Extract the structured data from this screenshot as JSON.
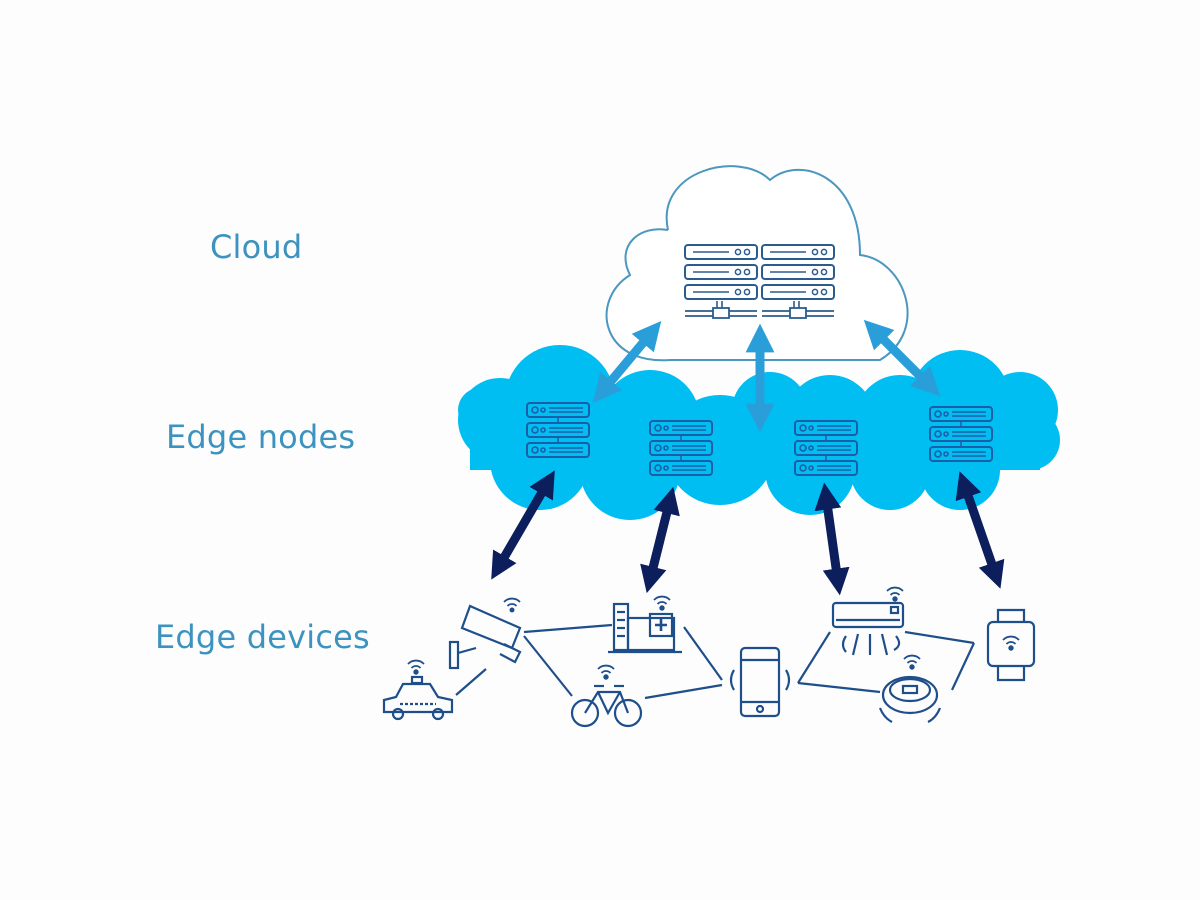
{
  "labels": {
    "cloud": "Cloud",
    "edge_nodes": "Edge nodes",
    "edge_devices": "Edge devices"
  },
  "colors": {
    "label_text": "#3d93bf",
    "cloud_outline": "#4a97bf",
    "edge_cloud_fill": "#00bdf2",
    "cloud_arrow": "#2a9ed8",
    "device_arrow": "#0d1e5c",
    "icon_stroke": "#1f4f8a",
    "server_icon_stroke_edge": "#1b5fa8"
  },
  "tiers": [
    {
      "name": "cloud",
      "components": [
        "server-rack-left",
        "server-rack-right"
      ]
    },
    {
      "name": "edge-nodes",
      "components": [
        "edge-server-1",
        "edge-server-2",
        "edge-server-3",
        "edge-server-4"
      ]
    },
    {
      "name": "edge-devices",
      "components": [
        "security-camera",
        "taxi",
        "hospital",
        "bicycle",
        "smartphone",
        "air-conditioner",
        "robot-vacuum",
        "smartwatch"
      ]
    }
  ]
}
